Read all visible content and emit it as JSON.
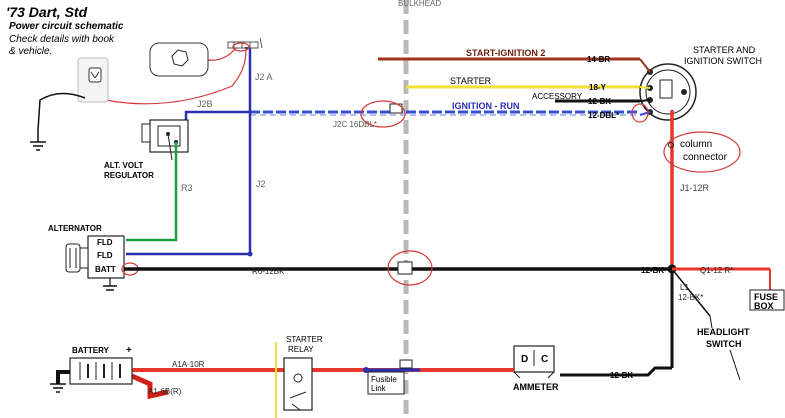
{
  "title": "'73 Dart, Std",
  "subtitle": "Power circuit schematic",
  "note_line1": "Check details with book",
  "note_line2": "& vehicle.",
  "labels": {
    "start_ign2": "START-IGNITION 2",
    "wire_14br": "14-BR",
    "starter": "STARTER",
    "wire_18y": "18-Y",
    "accessory": "ACCESSORY",
    "wire_12bk": "12-BK",
    "ign_run": "IGNITION - RUN",
    "wire_12dbl": "12-DBL*",
    "j2c": "J2C 16DBL*",
    "j2a": "J2 A",
    "j2b": "J2B",
    "j2": "J2",
    "r3": "R3",
    "alt_volt_reg_1": "ALT. VOLT",
    "alt_volt_reg_2": "REGULATOR",
    "alternator": "ALTERNATOR",
    "fld1": "FLD",
    "fld2": "FLD",
    "batt": "BATT",
    "r6": "R6-12BK",
    "wire_12bk_mid": "12-BK",
    "q1": "Q1-12 R*",
    "l1": "L1",
    "l1_12bk": "12-BK*",
    "fuse_1": "FUSE",
    "fuse_2": "BOX",
    "headlight_1": "HEADLIGHT",
    "headlight_2": "SWITCH",
    "starter_switch_1": "STARTER AND",
    "starter_switch_2": "IGNITION SWITCH",
    "column_1": "column",
    "column_2": "connector",
    "j1": "J1-12R",
    "battery": "BATTERY",
    "plus": "+",
    "a1a": "A1A-10R",
    "a1": "A1-6B(R)",
    "starter_relay_1": "STARTER",
    "starter_relay_2": "RELAY",
    "fusible_1": "Fusible",
    "fusible_2": "Link",
    "ammeter": "AMMETER",
    "wire_12bk_low": "12-BK",
    "ammeter_d": "D",
    "ammeter_c": "C",
    "bulkhead": "BULKHEAD"
  },
  "colors": {
    "red": "#e8362a",
    "dark_red": "#a0331c",
    "yellow": "#f2e03a",
    "blue": "#2a2fb0",
    "dashed_blue": "#3a4fd8",
    "green": "#1f9e3b",
    "black": "#111111",
    "annotation_red": "#d33a3a",
    "grey": "#9a9a9a"
  }
}
